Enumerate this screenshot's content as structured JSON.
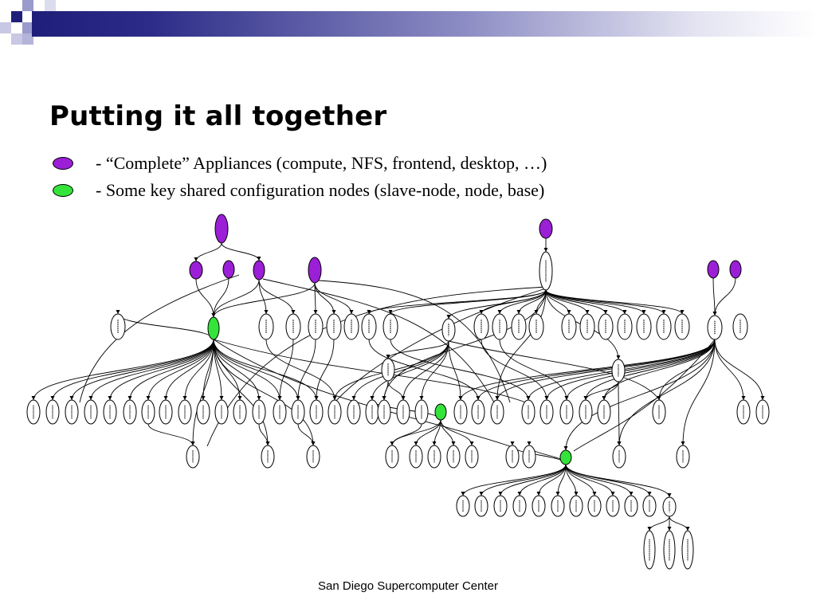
{
  "slide": {
    "title": "Putting it all together",
    "footer": "San Diego Supercomputer Center",
    "colors": {
      "header_bar_dark": "#1f1f7a",
      "corner_square_dark": "#1f1f7a",
      "corner_square_light": "#9a9acc",
      "appliance_node": "#9b1fd6",
      "shared_config_node": "#35e43a"
    }
  },
  "legend": [
    {
      "text": "- “Complete” Appliances (compute, NFS, frontend, desktop, …)",
      "color": "#9b1fd6"
    },
    {
      "text": "- Some key shared configuration nodes (slave-node, node, base)",
      "color": "#35e43a"
    }
  ],
  "graph": {
    "node_types": [
      "appliance",
      "shared-config",
      "plain"
    ],
    "node_count": 84,
    "edge_count": 130
  }
}
